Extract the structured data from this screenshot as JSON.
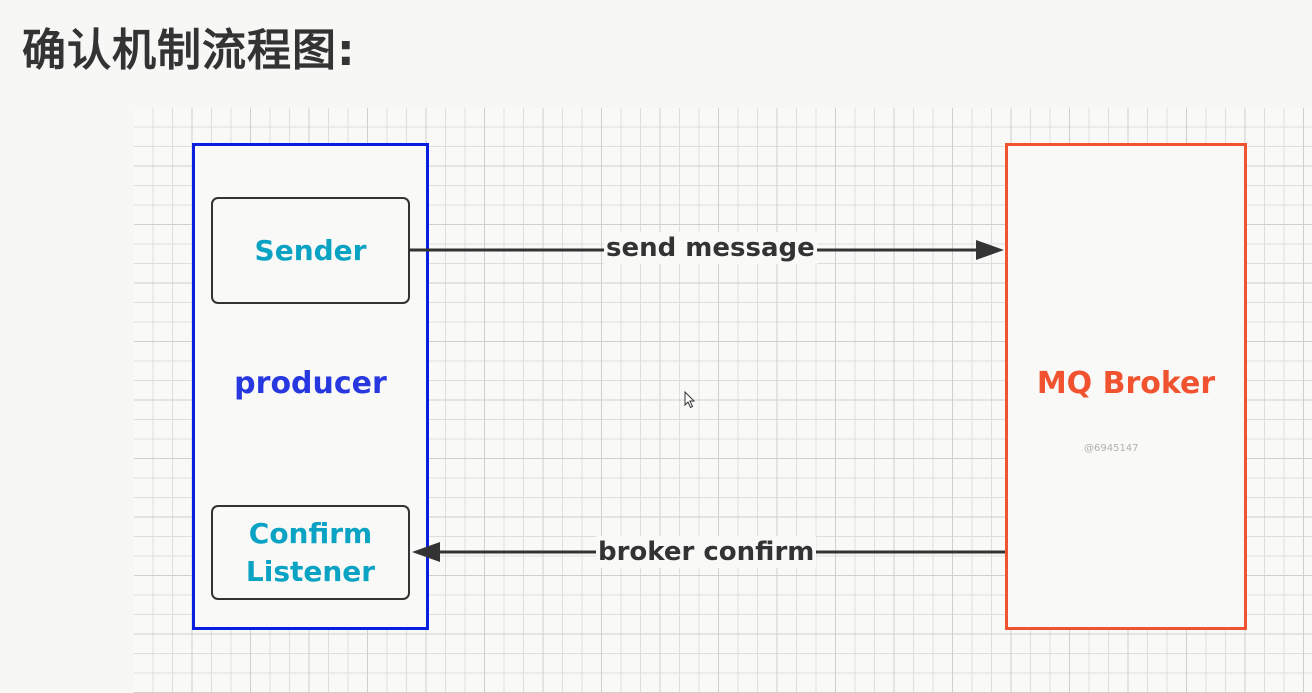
{
  "title": "确认机制流程图:",
  "diagram": {
    "producer": {
      "label": "producer",
      "color": "#0a1ee0",
      "sender_label": "Sender",
      "confirm_listener_label_line1": "Confirm",
      "confirm_listener_label_line2": "Listener"
    },
    "broker": {
      "label": "MQ Broker",
      "color": "#f1522f",
      "watermark": "@6945147"
    },
    "edges": {
      "send": "send message",
      "confirm": "broker confirm"
    },
    "inner_text_color": "#0ba3c3",
    "edge_color": "#333333"
  }
}
